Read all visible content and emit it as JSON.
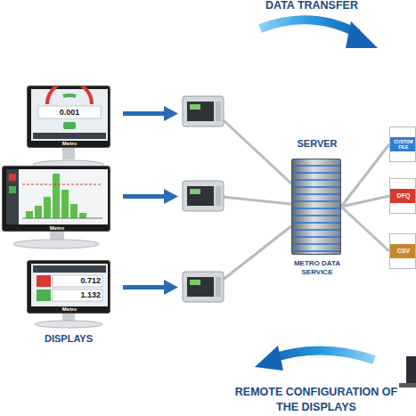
{
  "diagram": {
    "nodes": [
      {
        "text": [
          "0.001",
          "Metro"
        ]
      },
      {
        "text": [
          "Metro"
        ]
      },
      {
        "text": [
          "0.712",
          "1.132",
          "Metro"
        ]
      },
      {
        "text": [
          "SERVER",
          "METRO DATA SERVICE"
        ]
      },
      {
        "text": [
          "CUSTOM FILE"
        ]
      },
      {
        "text": [
          "DFQ"
        ]
      },
      {
        "text": [
          "CSV"
        ]
      }
    ],
    "edges": [
      {
        "from": 3,
        "to": 4,
        "arrow": "none"
      },
      {
        "from": 3,
        "to": 5,
        "arrow": "none"
      },
      {
        "from": 3,
        "to": 6,
        "arrow": "none"
      }
    ],
    "labels": [
      "DATA TRANSFER",
      "DISPLAYS",
      "REMOTE CONFIGURATION OF THE DISPLAYS"
    ]
  }
}
